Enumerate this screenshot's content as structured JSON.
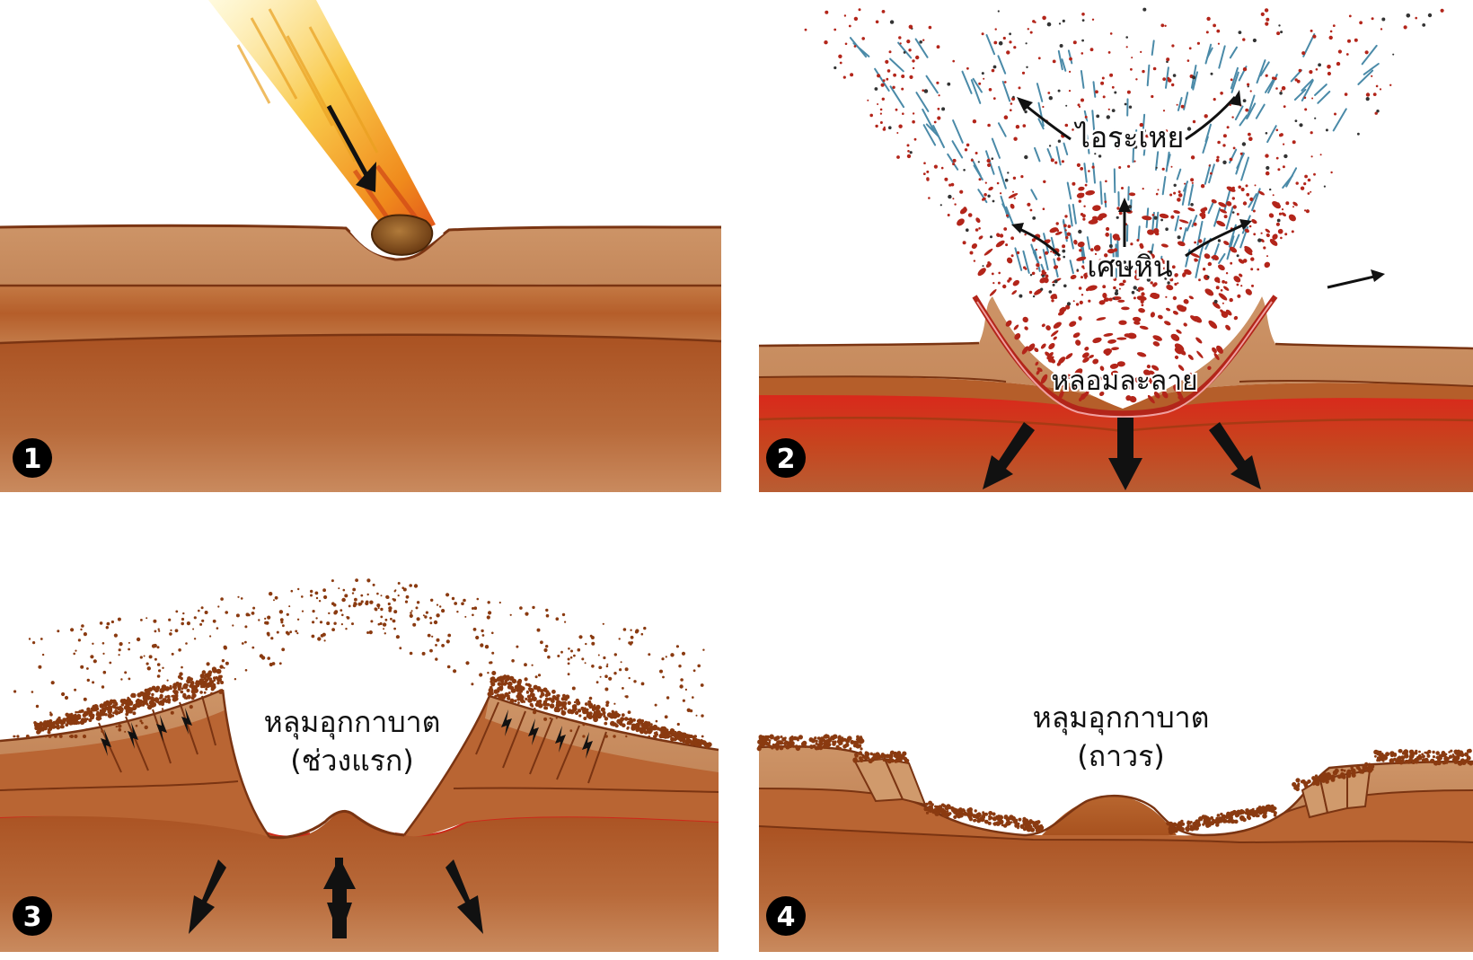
{
  "panels": [
    {
      "id": "1",
      "number": "1"
    },
    {
      "id": "2",
      "number": "2",
      "labels": {
        "vapor": "ไอระเหย",
        "debris": "เศษหิน",
        "melt": "หลอมละลาย"
      }
    },
    {
      "id": "3",
      "number": "3",
      "labels": {
        "crater_line1": "หลุมอุกกาบาต",
        "crater_line2": "(ช่วงแรก)"
      }
    },
    {
      "id": "4",
      "number": "4",
      "labels": {
        "crater_line1": "หลุมอุกกาบาต",
        "crater_line2": "(ถาวร)"
      }
    }
  ],
  "colors": {
    "ground_top": "#c98f5f",
    "ground_mid": "#b9652f",
    "ground_deep": "#a8501f",
    "layer_line": "#7a3412",
    "melt_red": "#d62a1a",
    "debris_red": "#b3251a",
    "vapor_blue": "#4a8aa8",
    "ejecta_brown": "#8a3a10",
    "arrow": "#111111"
  },
  "icons": [
    "meteorite-icon",
    "arrow-down-icon"
  ]
}
